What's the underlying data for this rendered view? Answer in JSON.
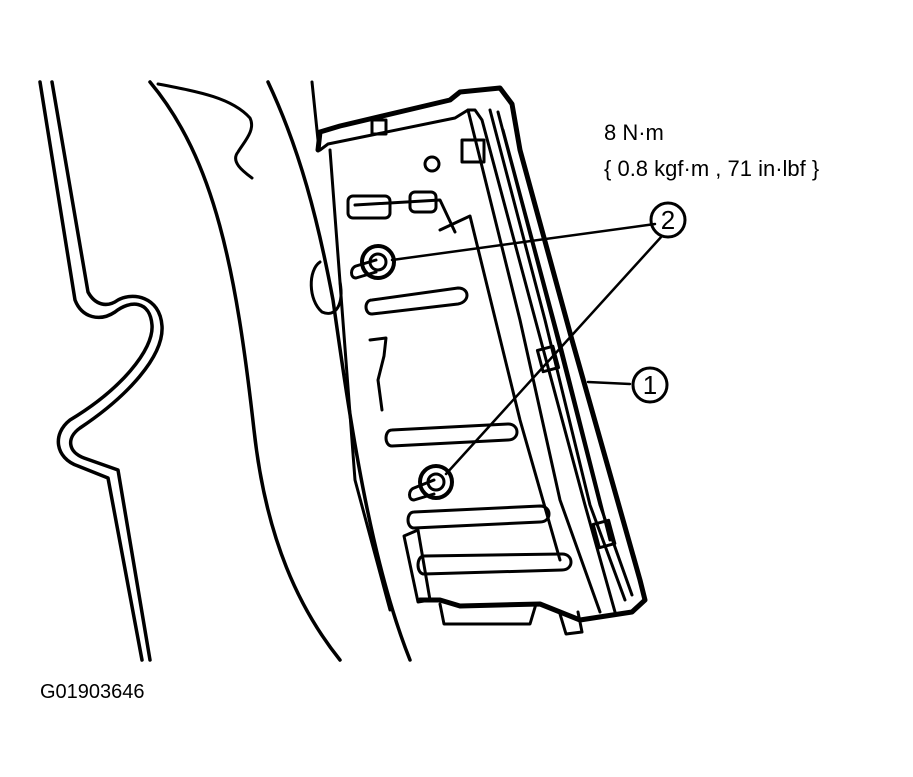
{
  "torque_spec": {
    "line1": "8 N·m",
    "line2": "{ 0.8 kgf·m , 71 in·lbf }"
  },
  "callouts": {
    "part_1": "1",
    "part_2": "2"
  },
  "figure_id": "G01903646"
}
